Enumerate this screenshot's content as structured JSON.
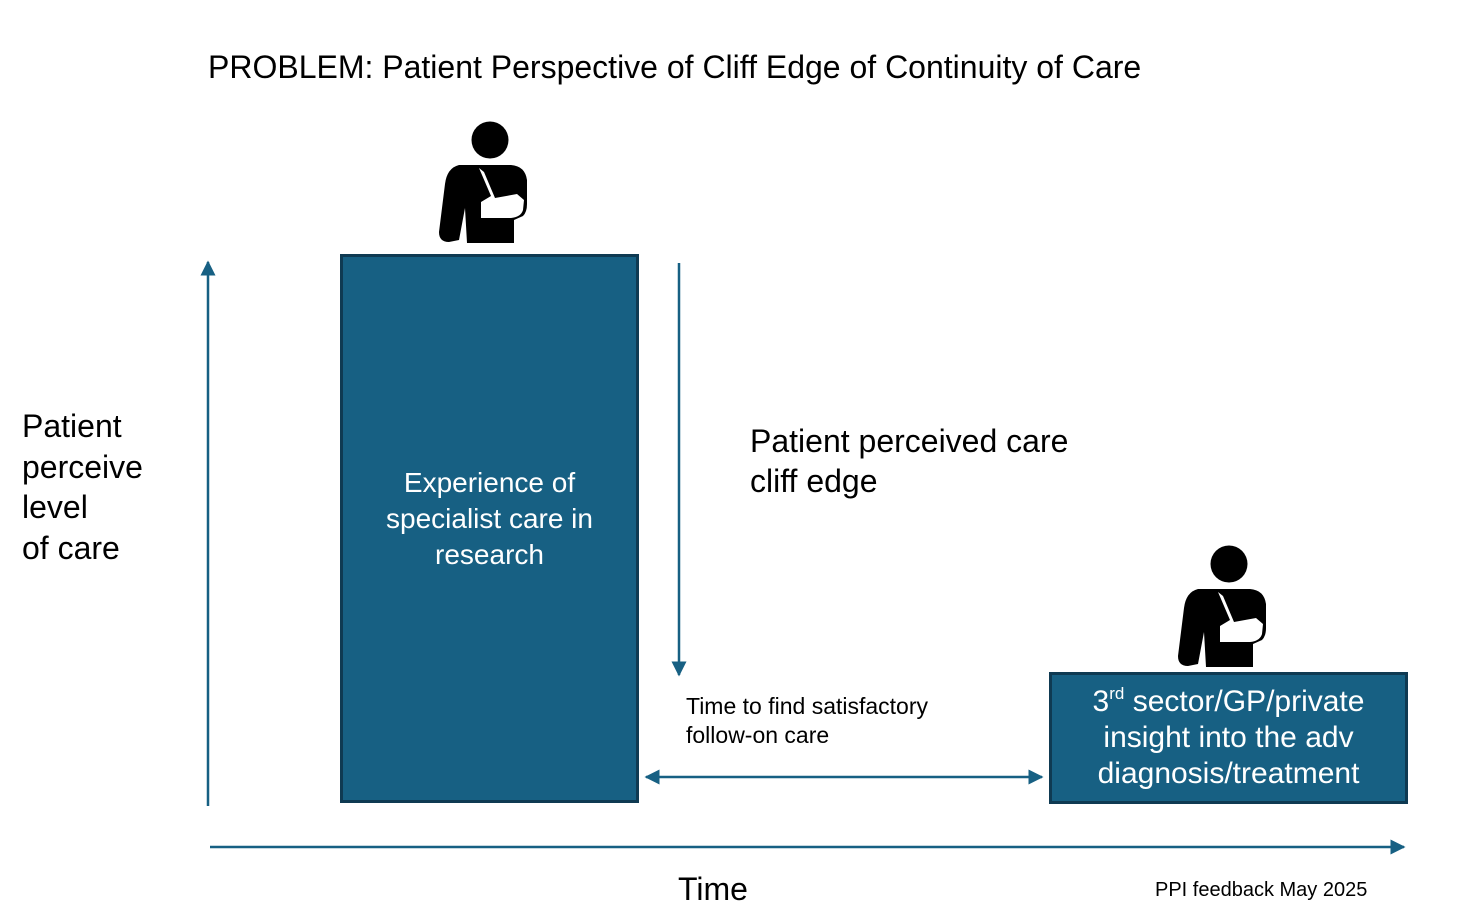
{
  "title": "PROBLEM: Patient Perspective of Cliff Edge of Continuity of Care",
  "y_axis_label": [
    "Patient",
    "perceive",
    "level",
    "of care"
  ],
  "x_axis_label": "Time",
  "specialist_box": {
    "text": "Experience of specialist care in research"
  },
  "followon_box": {
    "line1_prefix": "3",
    "line1_superscript": "rd",
    "line1_rest": " sector/GP/private",
    "line2": "insight into the adv",
    "line3": "diagnosis/treatment"
  },
  "cliff_edge_label": [
    "Patient perceived care",
    "cliff edge"
  ],
  "gap_label": [
    "Time to find satisfactory",
    "follow-on care"
  ],
  "footnote": "PPI feedback May 2025",
  "icons": {
    "patient_high": "patient-arm-sling-icon",
    "patient_low": "patient-arm-sling-icon"
  },
  "colors": {
    "box_fill": "#176083",
    "box_border": "#0f3a52",
    "arrow": "#176083",
    "icon": "#000000"
  }
}
